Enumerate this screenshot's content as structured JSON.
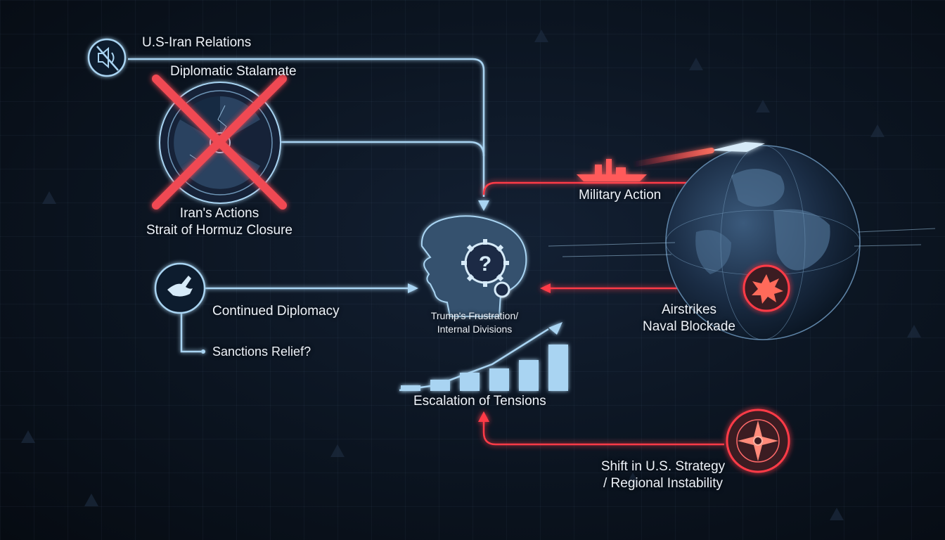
{
  "colors": {
    "blue_line": "#a9d4f2",
    "red_line": "#ff3b47",
    "background": "#0b1420",
    "cross": "#f04a52"
  },
  "nodes": {
    "relations": {
      "label": "U.S-Iran Relations",
      "icon": "muted-speaker-icon"
    },
    "stalemate": {
      "label": "Diplomatic Stalamate",
      "icon": "nuclear-symbol-icon"
    },
    "iran_actions": {
      "line1": "Iran's Actions",
      "line2": "Strait of Hormuz Closure"
    },
    "diplomacy": {
      "label": "Continued Diplomacy",
      "icon": "dove-icon"
    },
    "sanctions": {
      "label": "Sanctions Relief?"
    },
    "center": {
      "line1": "Trump's Frustration/",
      "line2": "Internal Divisions",
      "icon": "head-with-gears-icon"
    },
    "military": {
      "label": "Military Action",
      "icon": "warship-missile-icon"
    },
    "airstrikes": {
      "line1": "Airstrikes",
      "line2": "Naval Blockade",
      "icon": "explosion-icon"
    },
    "escalation": {
      "label": "Escalation of Tensions",
      "icon": "rising-bar-chart-icon"
    },
    "shift": {
      "line1": "Shift in U.S. Strategy",
      "line2": "/ Regional Instability",
      "icon": "compass-icon"
    }
  }
}
